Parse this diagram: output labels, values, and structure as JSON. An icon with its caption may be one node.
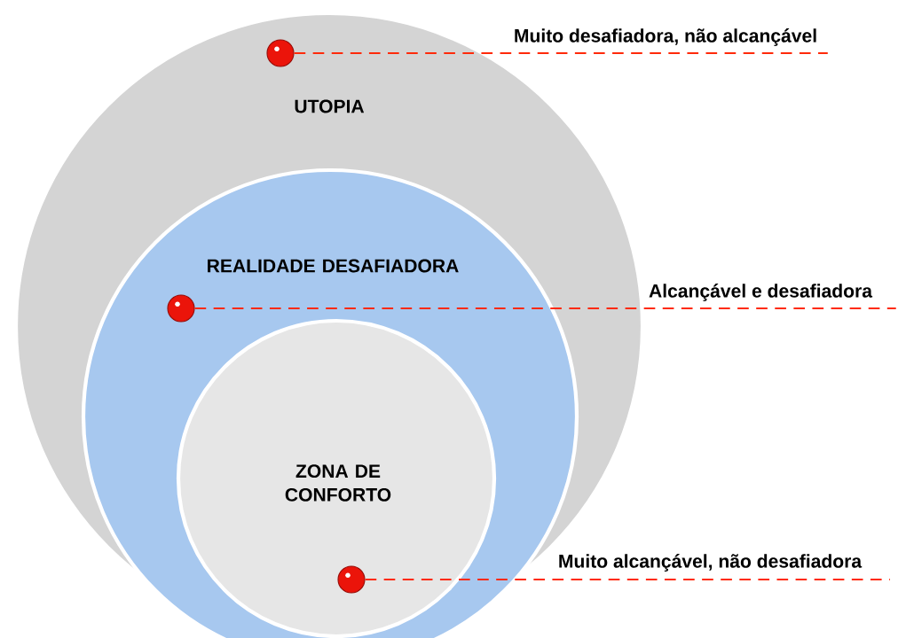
{
  "diagram": {
    "nodes": [
      {
        "text": [
          "UTOPIA"
        ]
      },
      {
        "text": [
          "REALIDADE DESAFIADORA"
        ],
        "in": 0
      },
      {
        "text": [
          "ZONA DE CONFORTO"
        ],
        "in": 1
      },
      {
        "text": [],
        "shape": "circle",
        "in": 0
      },
      {
        "text": [],
        "shape": "circle",
        "in": 1
      },
      {
        "text": [],
        "shape": "circle",
        "in": 2
      },
      {
        "text": [
          "Muito desafiadora, não alcançável"
        ]
      },
      {
        "text": [
          "Alcançável e desafiadora"
        ]
      },
      {
        "text": [
          "Muito alcançável, não desafiadora"
        ]
      }
    ],
    "edges": [
      {
        "from": 3,
        "to": 6,
        "arrow": "none",
        "style": "dashed",
        "color": "#ff2a0a"
      },
      {
        "from": 4,
        "to": 7,
        "arrow": "none",
        "style": "dashed",
        "color": "#ff2a0a"
      },
      {
        "from": 5,
        "to": 8,
        "arrow": "none",
        "style": "dashed",
        "color": "#ff2a0a"
      }
    ]
  }
}
